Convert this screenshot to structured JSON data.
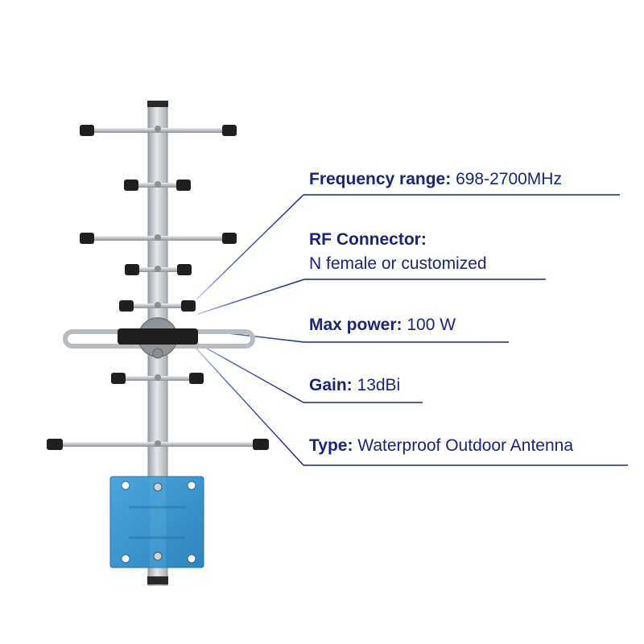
{
  "colors": {
    "text": "#1a237e",
    "leader_line": "#1a237e",
    "boom": "#c7cbd0",
    "element": "#cfd3d7",
    "end_cap": "#1f1f1f",
    "mount_plate": "#3d9ad1"
  },
  "specs": [
    {
      "label": "Frequency range:",
      "value": "698-2700MHz"
    },
    {
      "label": "RF Connector:",
      "value": "N female or customized"
    },
    {
      "label": "Max power:",
      "value": "100 W"
    },
    {
      "label": "Gain:",
      "value": "13dBi"
    },
    {
      "label": "Type:",
      "value": "Waterproof Outdoor Antenna"
    }
  ]
}
